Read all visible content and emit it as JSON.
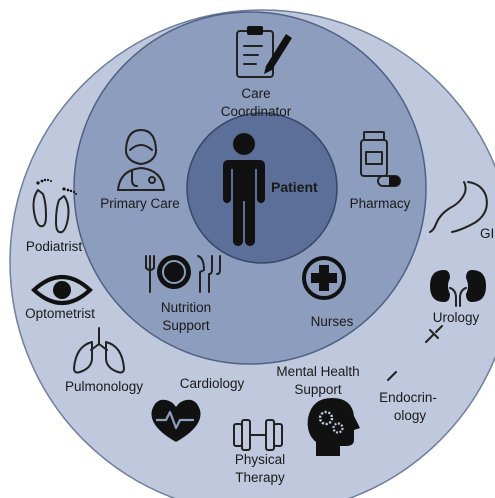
{
  "colors": {
    "outer_ring": "#bfc8dc",
    "outer_ring_stroke": "#6f7f9e",
    "middle_ring": "#8d9dbd",
    "middle_ring_stroke": "#4f6085",
    "core": "#5c6f98",
    "core_stroke": "#36466a"
  },
  "center": {
    "label": "Patient",
    "icon": "person-icon"
  },
  "middle_ring": [
    {
      "id": "care-coordinator",
      "label_lines": [
        "Care",
        "Coordinator"
      ],
      "icon": "clipboard-icon"
    },
    {
      "id": "primary-care",
      "label_lines": [
        "Primary Care"
      ],
      "icon": "doctor-icon"
    },
    {
      "id": "pharmacy",
      "label_lines": [
        "Pharmacy"
      ],
      "icon": "pill-bottle-icon"
    },
    {
      "id": "nutrition-support",
      "label_lines": [
        "Nutrition",
        "Support"
      ],
      "icon": "plate-utensils-icon"
    },
    {
      "id": "nurses",
      "label_lines": [
        "Nurses"
      ],
      "icon": "medical-cross-icon"
    }
  ],
  "outer_ring": [
    {
      "id": "podiatrist",
      "label_lines": [
        "Podiatrist"
      ],
      "icon": "feet-icon"
    },
    {
      "id": "optometrist",
      "label_lines": [
        "Optometrist"
      ],
      "icon": "eye-icon"
    },
    {
      "id": "pulmonology",
      "label_lines": [
        "Pulmonology"
      ],
      "icon": "lungs-icon"
    },
    {
      "id": "cardiology",
      "label_lines": [
        "Cardiology"
      ],
      "icon": "heart-pulse-icon"
    },
    {
      "id": "physical-therapy",
      "label_lines": [
        "Physical",
        "Therapy"
      ],
      "icon": "dumbbell-icon"
    },
    {
      "id": "mental-health-support",
      "label_lines": [
        "Mental Health",
        "Support"
      ],
      "icon": "head-gears-icon"
    },
    {
      "id": "endocrinology",
      "label_lines": [
        "Endocrin-",
        "ology"
      ],
      "icon": "syringe-icon"
    },
    {
      "id": "urology",
      "label_lines": [
        "Urology"
      ],
      "icon": "kidneys-icon"
    },
    {
      "id": "gi",
      "label_lines": [
        "GI"
      ],
      "icon": "stomach-icon"
    }
  ]
}
